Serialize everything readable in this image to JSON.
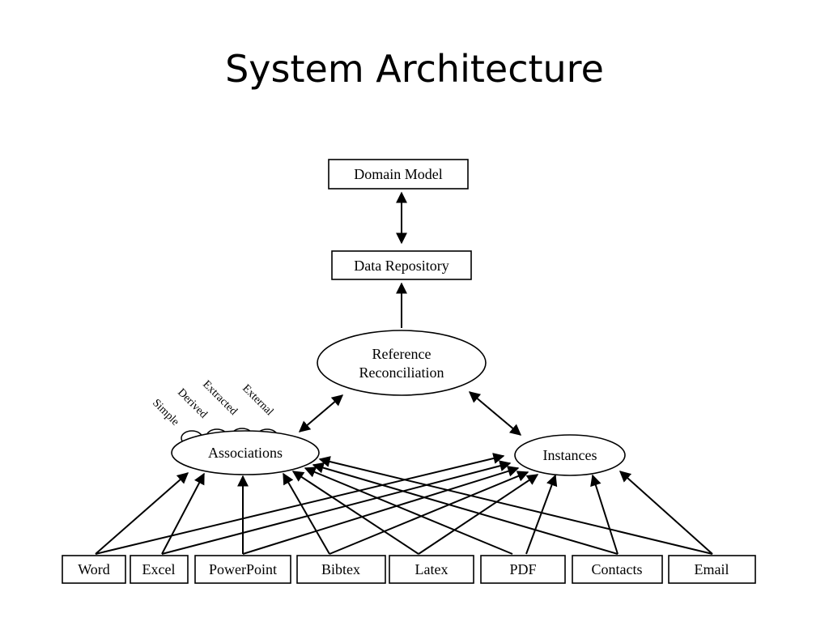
{
  "slide": {
    "title": "System Architecture"
  },
  "diagram": {
    "nodes": {
      "domain_model": "Domain Model",
      "data_repository": "Data Repository",
      "reference_reconciliation_line1": "Reference",
      "reference_reconciliation_line2": "Reconciliation",
      "associations": "Associations",
      "instances": "Instances"
    },
    "association_types": [
      "Simple",
      "Derived",
      "Extracted",
      "External"
    ],
    "sources": [
      "Word",
      "Excel",
      "PowerPoint",
      "Bibtex",
      "Latex",
      "PDF",
      "Contacts",
      "Email"
    ]
  }
}
